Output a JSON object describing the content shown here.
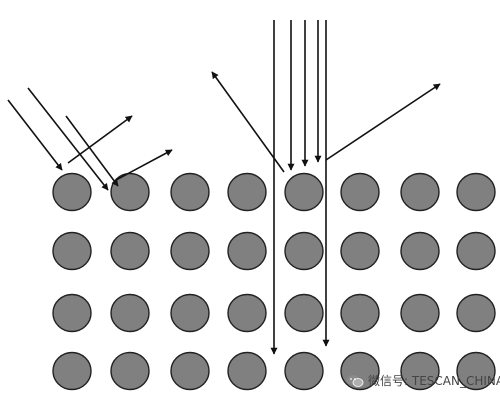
{
  "diagram": {
    "atom_rows": 4,
    "atom_columns": 8,
    "atom_fill": "#808080",
    "atom_stroke": "#222222",
    "arrow_color": "#111111",
    "background": "#ffffff"
  },
  "watermark": {
    "text": "微信号: TESCAN_CHINA",
    "icon": "wechat-icon"
  }
}
